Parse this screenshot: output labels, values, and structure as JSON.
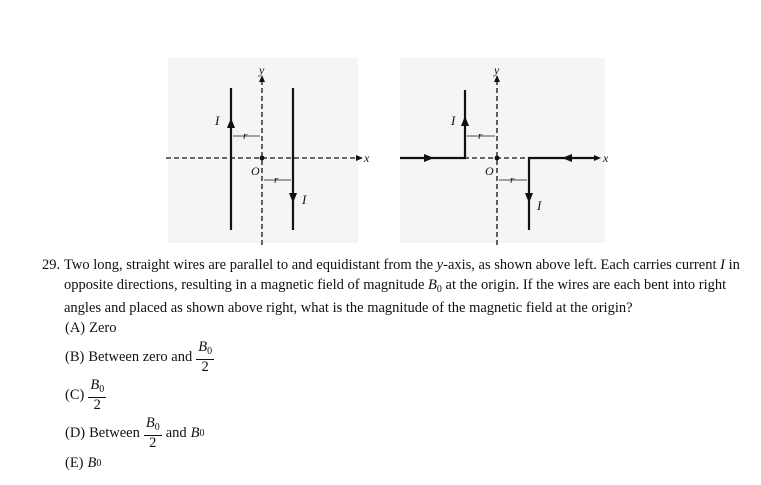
{
  "figure": {
    "left_diagram": {
      "y_axis_label": "y",
      "x_axis_label": "x",
      "origin_label": "O",
      "distance_label_left": "r",
      "distance_label_right": "r",
      "current_label_left": "I",
      "current_label_right": "I"
    },
    "right_diagram": {
      "y_axis_label": "y",
      "x_axis_label": "x",
      "origin_label": "O",
      "distance_label_left": "r",
      "distance_label_right": "r",
      "current_label_left": "I",
      "current_label_right": "I"
    }
  },
  "question": {
    "number": "29.",
    "text_part1": "Two long, straight wires are parallel to and equidistant from the ",
    "y_var": "y",
    "text_part2": "-axis, as shown above left. Each carries current ",
    "I_var": "I",
    "text_part3": " in opposite directions, resulting in a magnetic field of magnitude ",
    "B_var": "B",
    "B_sub": "0",
    "text_part4": " at the origin. If the wires are each bent into right angles and placed as shown above right, what is the magnitude of the magnetic field at the origin?"
  },
  "choices": {
    "a": {
      "letter": "(A)",
      "text": "Zero"
    },
    "b": {
      "letter": "(B)",
      "text": "Between zero and",
      "num_var": "B",
      "num_sub": "0",
      "den": "2"
    },
    "c": {
      "letter": "(C)",
      "num_var": "B",
      "num_sub": "0",
      "den": "2"
    },
    "d": {
      "letter": "(D)",
      "text": "Between",
      "num_var": "B",
      "num_sub": "0",
      "den": "2",
      "and_text": "and",
      "end_var": "B",
      "end_sub": "0"
    },
    "e": {
      "letter": "(E)",
      "var": "B",
      "sub": "0"
    }
  }
}
